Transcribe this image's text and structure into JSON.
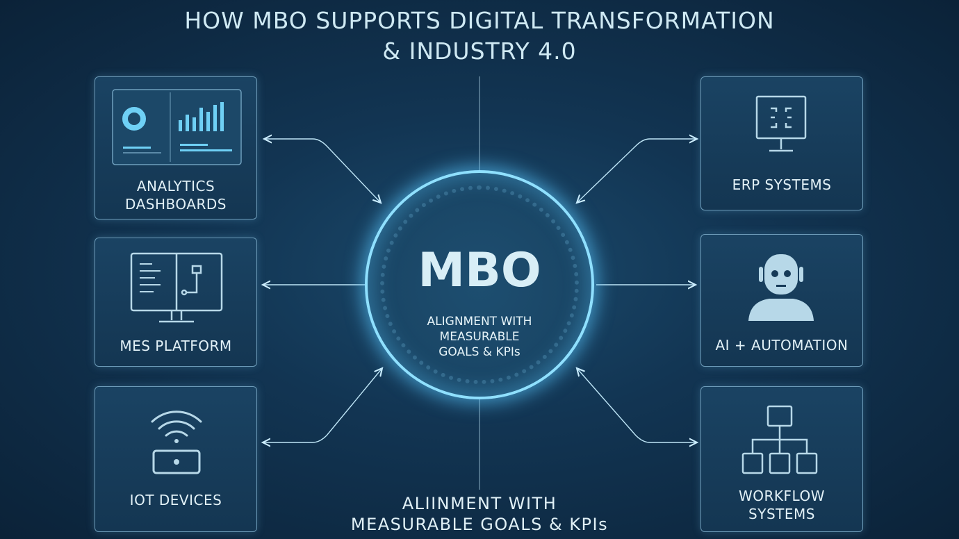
{
  "title": {
    "line1": "HOW MBO SUPPORTS DIGITAL TRANSFORMATION",
    "line2": "& INDUSTRY 4.0"
  },
  "center": {
    "heading": "MBO",
    "subtitle": [
      "ALIGNMENT WITH",
      "MEASURABLE",
      "GOALS & KPIs"
    ]
  },
  "nodes": {
    "left": [
      {
        "label": [
          "ANALYTICS",
          "DASHBOARDS"
        ],
        "icon": "dashboard-icon"
      },
      {
        "label": [
          "MES PLATFORM"
        ],
        "icon": "monitor-flow-icon"
      },
      {
        "label": [
          "IOT DEVICES"
        ],
        "icon": "wifi-device-icon"
      }
    ],
    "right": [
      {
        "label": [
          "ERP SYSTEMS"
        ],
        "icon": "monitor-network-icon"
      },
      {
        "label": [
          "AI + AUTOMATION"
        ],
        "icon": "robot-icon"
      },
      {
        "label": [
          "WORKFLOW",
          "SYSTEMS"
        ],
        "icon": "hierarchy-icon"
      }
    ]
  },
  "footer": {
    "line1": "ALIINMENT WITH",
    "line2": "MEASURABLE GOALS & KPIs"
  },
  "colors": {
    "background": "#123553",
    "accent": "#8fe0ff",
    "border": "#6d9bb8",
    "text": "#dbeef7"
  }
}
